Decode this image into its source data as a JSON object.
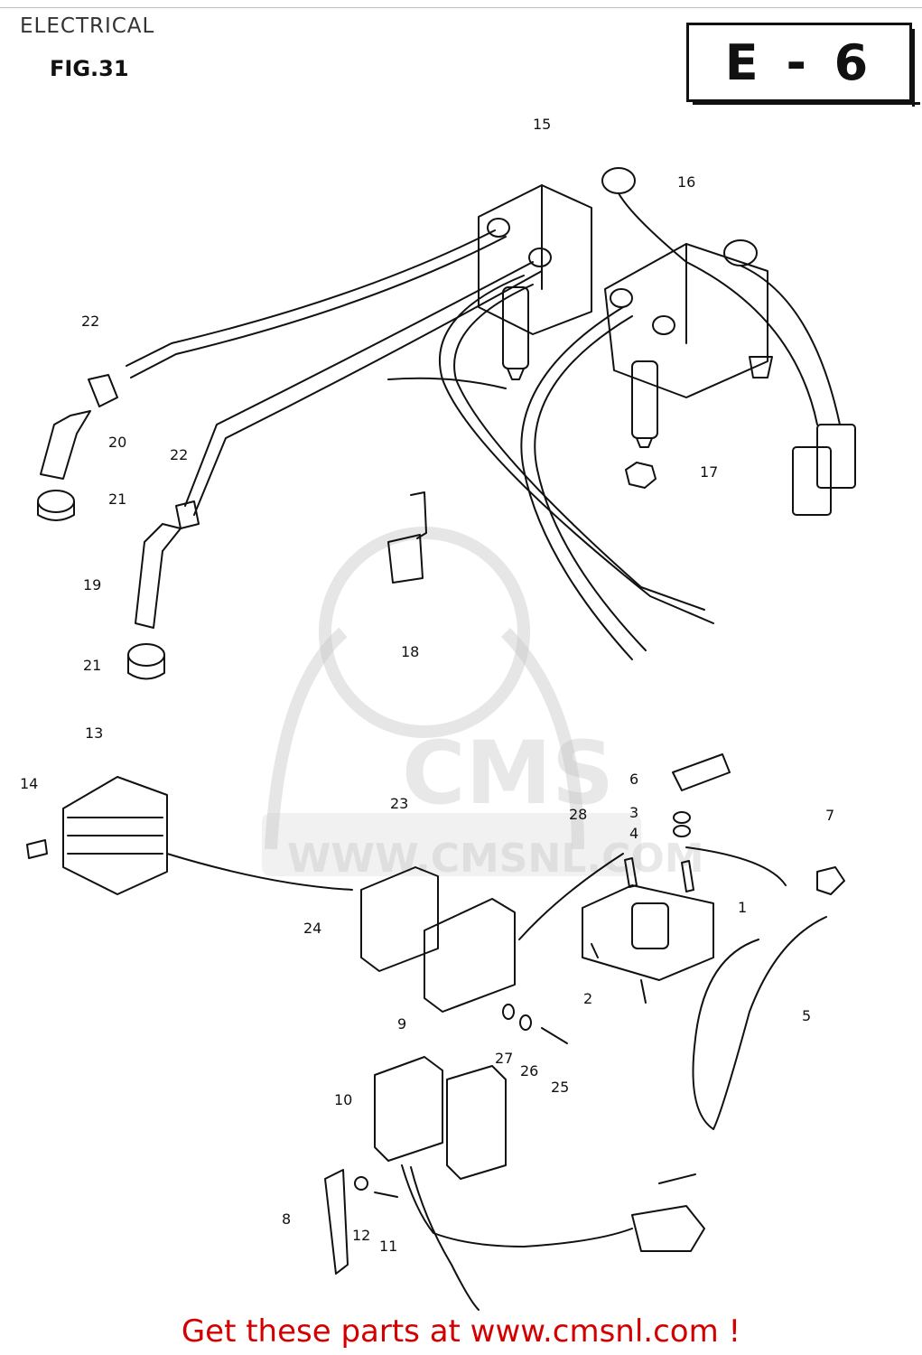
{
  "header": {
    "section_title": "ELECTRICAL",
    "figure_label": "FIG.31",
    "page_code": "E - 6"
  },
  "watermark": {
    "brand": "CMS",
    "url": "WWW.CMSNL.COM"
  },
  "callouts": [
    "15",
    "16",
    "22",
    "20",
    "21",
    "22",
    "17",
    "19",
    "18",
    "21",
    "13",
    "14",
    "23",
    "28",
    "6",
    "3",
    "4",
    "7",
    "24",
    "1",
    "2",
    "5",
    "9",
    "27",
    "26",
    "25",
    "10",
    "8",
    "12",
    "11"
  ],
  "footer": {
    "link_text": "Get these parts at www.cmsnl.com !",
    "link_color": "#d40000"
  }
}
